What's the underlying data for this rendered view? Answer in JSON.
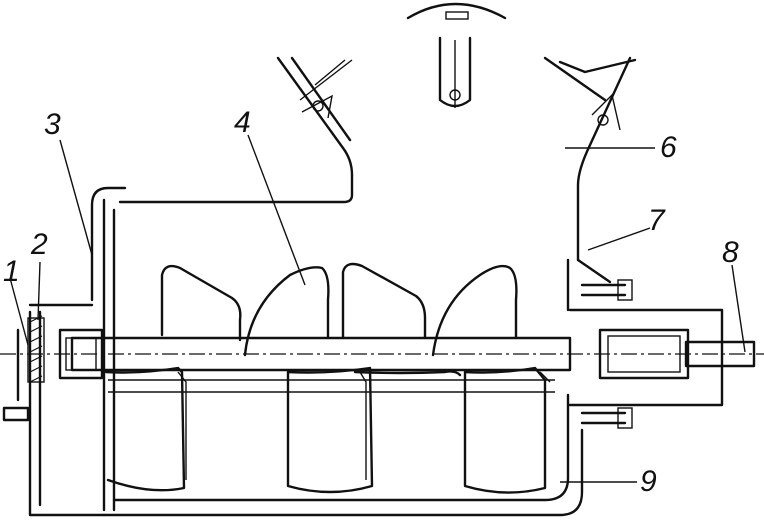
{
  "callouts": [
    {
      "id": "1",
      "text": "1"
    },
    {
      "id": "2",
      "text": "2"
    },
    {
      "id": "3",
      "text": "3"
    },
    {
      "id": "4",
      "text": "4"
    },
    {
      "id": "6",
      "text": "6"
    },
    {
      "id": "7",
      "text": "7"
    },
    {
      "id": "8",
      "text": "8"
    },
    {
      "id": "9",
      "text": "9"
    }
  ],
  "colors": {
    "line": "#111111",
    "background": "#ffffff"
  }
}
